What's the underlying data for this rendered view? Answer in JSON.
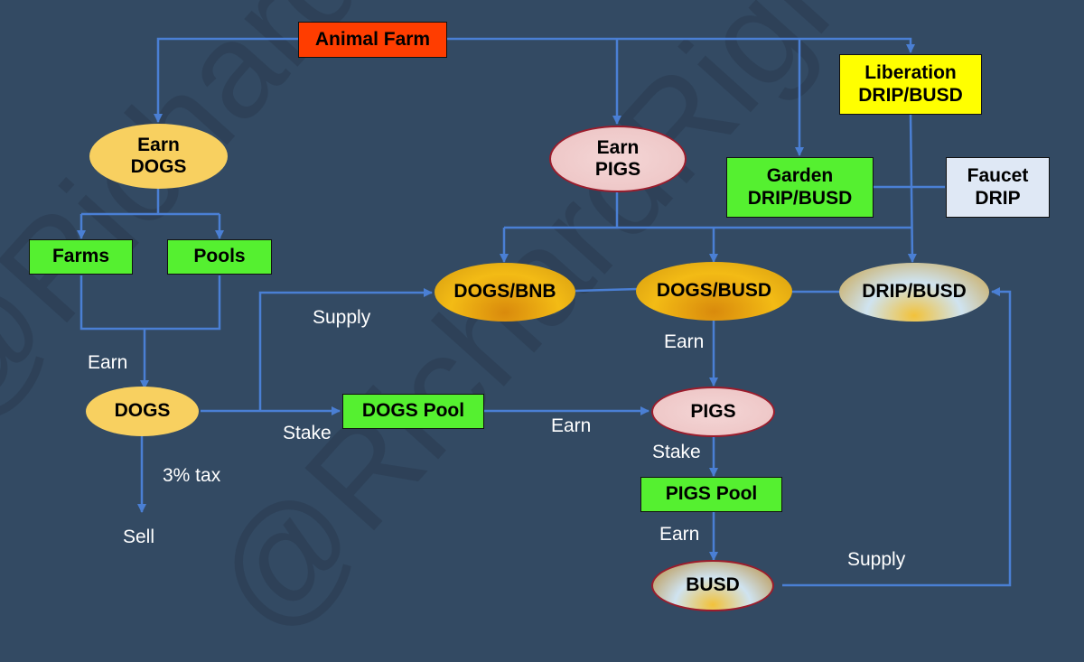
{
  "watermark": "@RichardRight",
  "nodes": {
    "animal_farm": "Animal Farm",
    "earn_dogs": {
      "line1": "Earn",
      "line2": "DOGS"
    },
    "earn_pigs": {
      "line1": "Earn",
      "line2": "PIGS"
    },
    "liberation": {
      "line1": "Liberation",
      "line2": "DRIP/BUSD"
    },
    "garden": {
      "line1": "Garden",
      "line2": "DRIP/BUSD"
    },
    "faucet": {
      "line1": "Faucet",
      "line2": "DRIP"
    },
    "farms": "Farms",
    "pools": "Pools",
    "dogs_bnb": "DOGS/BNB",
    "dogs_busd": "DOGS/BUSD",
    "drip_busd": "DRIP/BUSD",
    "dogs": "DOGS",
    "dogs_pool": "DOGS Pool",
    "pigs": "PIGS",
    "pigs_pool": "PIGS Pool",
    "busd": "BUSD"
  },
  "labels": {
    "supply_top": "Supply",
    "earn_left": "Earn",
    "stake_left": "Stake",
    "tax": "3% tax",
    "sell": "Sell",
    "earn_mid": "Earn",
    "earn_dogsbusd": "Earn",
    "stake_pigs": "Stake",
    "earn_pigspool": "Earn",
    "supply_bottom": "Supply"
  },
  "colors": {
    "background": "#334a63",
    "connector": "#4a7fd4",
    "green_box": "#55f030",
    "red_box": "#ff3d00",
    "yellow_box": "#ffff00"
  }
}
